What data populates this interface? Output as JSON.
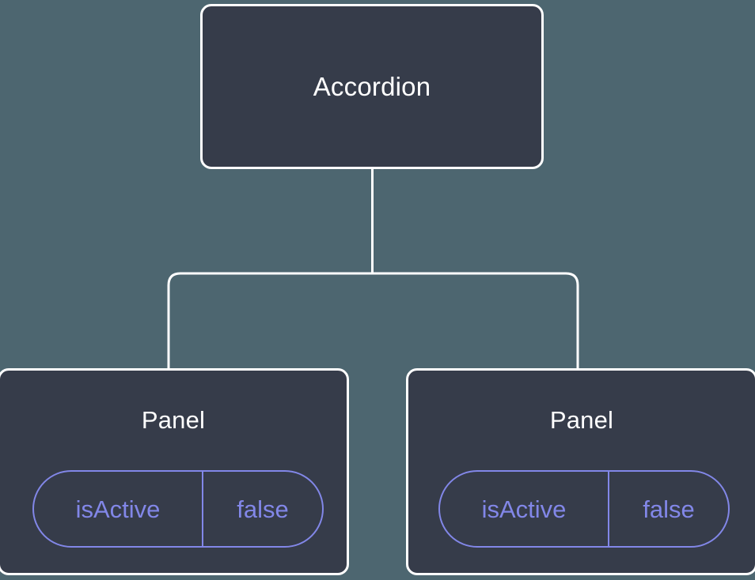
{
  "diagram": {
    "type": "component-tree",
    "background_color": "#4d6670",
    "node_fill_color": "#363c4a",
    "node_border_color": "#ffffff",
    "accent_color": "#8287e8",
    "edge_color": "#ffffff",
    "root": {
      "label": "Accordion"
    },
    "children": [
      {
        "label": "Panel",
        "state": {
          "key": "isActive",
          "value": "false"
        }
      },
      {
        "label": "Panel",
        "state": {
          "key": "isActive",
          "value": "false"
        }
      }
    ],
    "edges": [
      {
        "from": "Accordion",
        "to": "Panel"
      },
      {
        "from": "Accordion",
        "to": "Panel"
      }
    ]
  }
}
